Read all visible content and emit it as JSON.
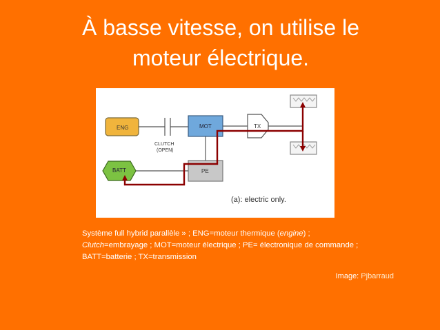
{
  "slide": {
    "title_line1": "À basse vitesse, on utilise le",
    "title_line2": "moteur électrique."
  },
  "diagram": {
    "eng": "ENG",
    "mot": "MOT",
    "clutch_line1": "CLUTCH",
    "clutch_line2": "(OPEN)",
    "tx": "TX",
    "batt": "BATT",
    "pe": "PE",
    "mode_label": "(a): electric only.",
    "colors": {
      "eng_fill": "#f0b43c",
      "mot_fill": "#6fa8dc",
      "batt_fill": "#7cc242",
      "pe_fill": "#c8c8c8",
      "power_path": "#8b0000"
    }
  },
  "caption": {
    "part1": "Système full hybrid parallèle » ; ENG=moteur thermique (",
    "engine_italic": "engine",
    "part2": ") ; ",
    "clutch_italic": "Clutch",
    "part3": "=embrayage ; MOT=moteur électrique ; PE= électronique de commande ; BATT=batterie ; TX=transmission"
  },
  "credit": {
    "label": "Image: ",
    "author": "Pjbarraud"
  }
}
